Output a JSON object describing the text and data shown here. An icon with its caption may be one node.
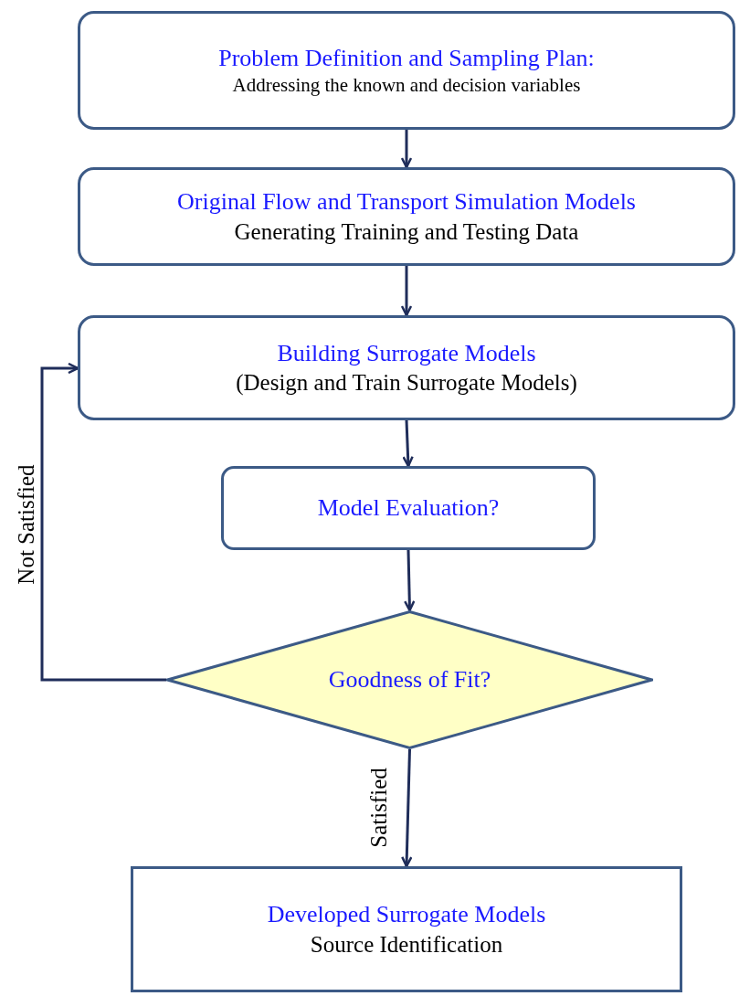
{
  "diagram": {
    "nodes": [
      {
        "text": [
          "Problem Definition and Sampling Plan:",
          "Addressing the known and decision variables"
        ]
      },
      {
        "text": [
          "Original Flow and Transport Simulation Models",
          "Generating Training and Testing Data"
        ]
      },
      {
        "text": [
          "Building Surrogate Models",
          "(Design and Train Surrogate Models)"
        ]
      },
      {
        "text": [
          "Model Evaluation?"
        ]
      },
      {
        "text": [
          "Goodness of Fit?"
        ]
      },
      {
        "text": [
          "Developed Surrogate Models",
          "Source Identification"
        ]
      }
    ],
    "edges": [
      {
        "from": 0,
        "to": 1,
        "arrow": "to"
      },
      {
        "from": 1,
        "to": 2,
        "arrow": "to"
      },
      {
        "from": 2,
        "to": 3,
        "arrow": "to"
      },
      {
        "from": 3,
        "to": 4,
        "arrow": "to"
      },
      {
        "from": 4,
        "to": 2,
        "arrow": "to",
        "label": "Not Satisfied"
      },
      {
        "from": 4,
        "to": 5,
        "arrow": "to",
        "label": "Satisfied"
      }
    ]
  }
}
